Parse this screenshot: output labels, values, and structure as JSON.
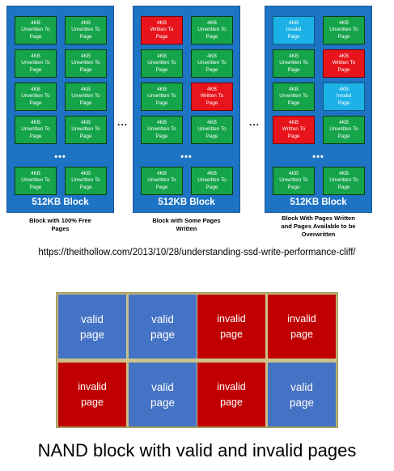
{
  "blocks": [
    {
      "label": "512KB Block",
      "caption": "Block with 100% Free\nPages",
      "rows": [
        [
          {
            "text": "4KB\nUnwritten To\nPage",
            "state": "free"
          },
          {
            "text": "4KB\nUnwritten To\nPage",
            "state": "free"
          }
        ],
        [
          {
            "text": "4KB\nUnwritten To\nPage",
            "state": "free"
          },
          {
            "text": "4KB\nUnwritten To\nPage",
            "state": "free"
          }
        ],
        [
          {
            "text": "4KB\nUnwritten To\nPage",
            "state": "free"
          },
          {
            "text": "4KB\nUnwritten To\nPage",
            "state": "free"
          }
        ],
        [
          {
            "text": "4KB\nUnwritten To\nPage",
            "state": "free"
          },
          {
            "text": "4KB\nUnwritten To\nPage",
            "state": "free"
          }
        ],
        [
          {
            "text": "4KB\nUnwritten To\nPage",
            "state": "free"
          },
          {
            "text": "4KB\nUnwritten To\nPage",
            "state": "free"
          }
        ]
      ]
    },
    {
      "label": "512KB Block",
      "caption": "Block with Some Pages\nWritten",
      "rows": [
        [
          {
            "text": "4KB\nWritten To\nPage",
            "state": "written"
          },
          {
            "text": "4KB\nUnwritten To\nPage",
            "state": "free"
          }
        ],
        [
          {
            "text": "4KB\nUnwritten To\nPage",
            "state": "free"
          },
          {
            "text": "4KB\nUnwritten To\nPage",
            "state": "free"
          }
        ],
        [
          {
            "text": "4KB\nUnwritten To\nPage",
            "state": "free"
          },
          {
            "text": "4KB\nWritten To\nPage",
            "state": "written"
          }
        ],
        [
          {
            "text": "4KB\nUnwritten To\nPage",
            "state": "free"
          },
          {
            "text": "4KB\nUnwritten To\nPage",
            "state": "free"
          }
        ],
        [
          {
            "text": "4KB\nUnwritten To\nPage",
            "state": "free"
          },
          {
            "text": "4KB\nUnwritten To\nPage",
            "state": "free"
          }
        ]
      ]
    },
    {
      "label": "512KB Block",
      "caption": "Block With Pages Written\nand Pages Available to be\nOverwritten",
      "rows": [
        [
          {
            "text": "4KB\nInvalid\nPage",
            "state": "invalid"
          },
          {
            "text": "4KB\nUnwritten To\nPage",
            "state": "free"
          }
        ],
        [
          {
            "text": "4KB\nUnwritten To\nPage",
            "state": "free"
          },
          {
            "text": "4KB\nWritten To\nPage",
            "state": "written"
          }
        ],
        [
          {
            "text": "4KB\nUnwritten To\nPage",
            "state": "free"
          },
          {
            "text": "4KB\nInvalid\nPage",
            "state": "invalid"
          }
        ],
        [
          {
            "text": "4KB\nWritten To\nPage",
            "state": "written"
          },
          {
            "text": "4KB\nUnwritten To\nPage",
            "state": "free"
          }
        ],
        [
          {
            "text": "4KB\nUnwritten To\nPage",
            "state": "free"
          },
          {
            "text": "4KB\nUnwritten To\nPage",
            "state": "free"
          }
        ]
      ]
    }
  ],
  "ellipsis": "•••",
  "between_ellipsis": "...",
  "source_url": "https://theithollow.com/2013/10/28/understanding-ssd-write-performance-cliff/",
  "nand": {
    "caption": "NAND block with valid and invalid pages",
    "cells": [
      [
        {
          "text": "valid\npage",
          "state": "valid"
        },
        {
          "text": "valid\npage",
          "state": "valid"
        },
        {
          "text": "invalid\npage",
          "state": "invalid"
        },
        {
          "text": "invalid\npage",
          "state": "invalid"
        }
      ],
      [
        {
          "text": "invalid\npage",
          "state": "invalid"
        },
        {
          "text": "valid\npage",
          "state": "valid"
        },
        {
          "text": "invalid\npage",
          "state": "invalid"
        },
        {
          "text": "valid\npage",
          "state": "valid"
        }
      ]
    ]
  },
  "colors": {
    "block_bg": "#1d73c4",
    "page_free": "#15a44a",
    "page_written": "#e8141c",
    "page_invalid": "#1cb2e8",
    "nand_valid": "#4472c4",
    "nand_invalid": "#c00000"
  }
}
